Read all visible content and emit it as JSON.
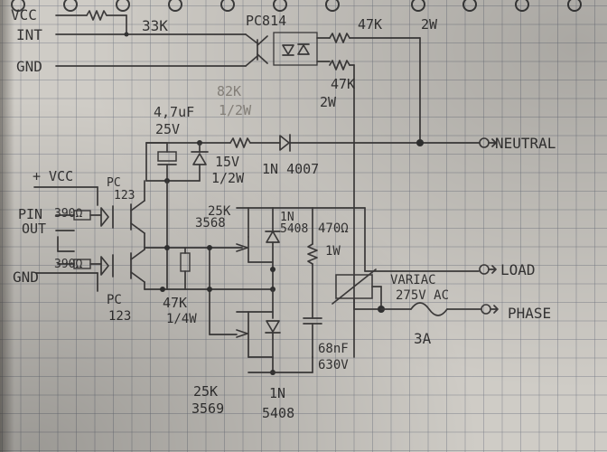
{
  "inputs": {
    "vcc": "VCC",
    "int": "INT",
    "gnd": "GND",
    "vcc2": "+ VCC",
    "pin": "PIN",
    "out": "OUT",
    "gnd2": "GND"
  },
  "outputs": {
    "neutral": "NEUTRAL",
    "load": "LOAD",
    "phase": "PHASE"
  },
  "components": {
    "r_33k": "33K",
    "optocoupler_top": "PC814",
    "r_47k_2w_a_value": "47K",
    "r_47k_2w_a_power": "2W",
    "r_47k_2w_b_value": "47K",
    "r_47k_2w_b_power": "2W",
    "r_82k_value": "82K",
    "r_82k_power": "1/2W",
    "cap_value": "4,7uF",
    "cap_voltage": "25V",
    "zener_value": "15V",
    "zener_power": "1/2W",
    "diode_1n4007": "1N 4007",
    "opto_pc123_a_1": "PC",
    "opto_pc123_a_2": "123",
    "r_390_a": "390Ω",
    "r_390_b": "390Ω",
    "opto_pc123_b_1": "PC",
    "opto_pc123_b_2": "123",
    "scr_top_1": "25K",
    "scr_top_2": "3568",
    "diode_5408_top_1": "1N",
    "diode_5408_top_2": "5408",
    "r_470_value": "470Ω",
    "r_470_power": "1W",
    "r_47k_value": "47K",
    "r_47k_power": "1/4W",
    "varistor_label": "VARIAC",
    "varistor_value": "275V AC",
    "fuse_value": "3A",
    "cap_68nf_value": "68nF",
    "cap_68nf_voltage": "630V",
    "scr_bottom_1": "25K",
    "scr_bottom_2": "3569",
    "diode_5408_bottom_1": "1N",
    "diode_5408_bottom_2": "5408"
  }
}
